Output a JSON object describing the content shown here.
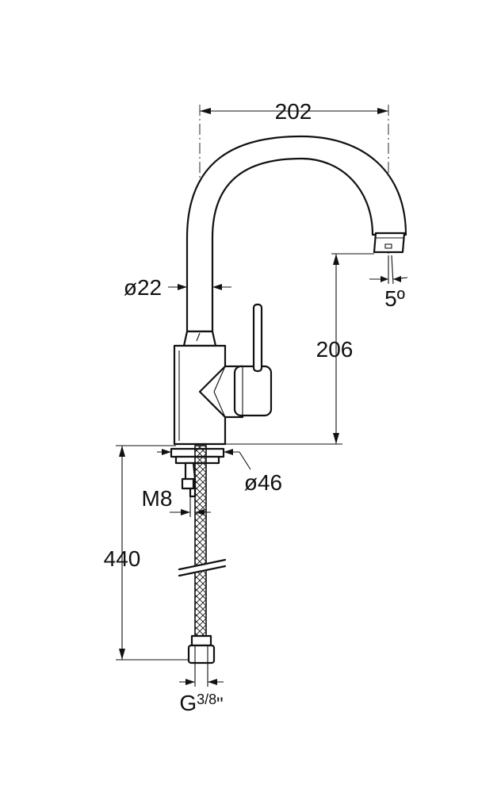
{
  "drawing": {
    "dimensions": {
      "spout_reach": "202",
      "spout_diameter": "ø22",
      "spout_angle": "5º",
      "spout_height": "206",
      "base_diameter": "ø46",
      "stud_thread": "M8",
      "hose_length": "440",
      "hose_connector_prefix": "G",
      "hose_connector_fraction": "3/8",
      "hose_connector_suffix": "\""
    }
  }
}
